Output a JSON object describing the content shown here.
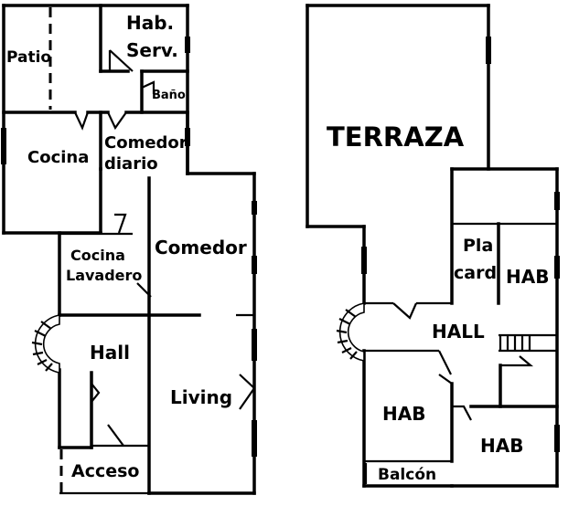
{
  "ground_floor": {
    "rooms": {
      "patio": "Patio",
      "hab_serv_line1": "Hab.",
      "hab_serv_line2": "Serv.",
      "bano": "Baño",
      "cocina": "Cocina",
      "comedor_diario_line1": "Comedor",
      "comedor_diario_line2": "diario",
      "cocina_lavadero_line1": "Cocina",
      "cocina_lavadero_line2": "Lavadero",
      "comedor": "Comedor",
      "hall": "Hall",
      "living": "Living",
      "acceso": "Acceso"
    }
  },
  "upper_floor": {
    "rooms": {
      "terraza": "TERRAZA",
      "placard_line1": "Pla",
      "placard_line2": "card",
      "hab_right": "HAB",
      "hall": "HALL",
      "hab_left": "HAB",
      "hab_bottom": "HAB",
      "balcon": "Balcón"
    }
  }
}
